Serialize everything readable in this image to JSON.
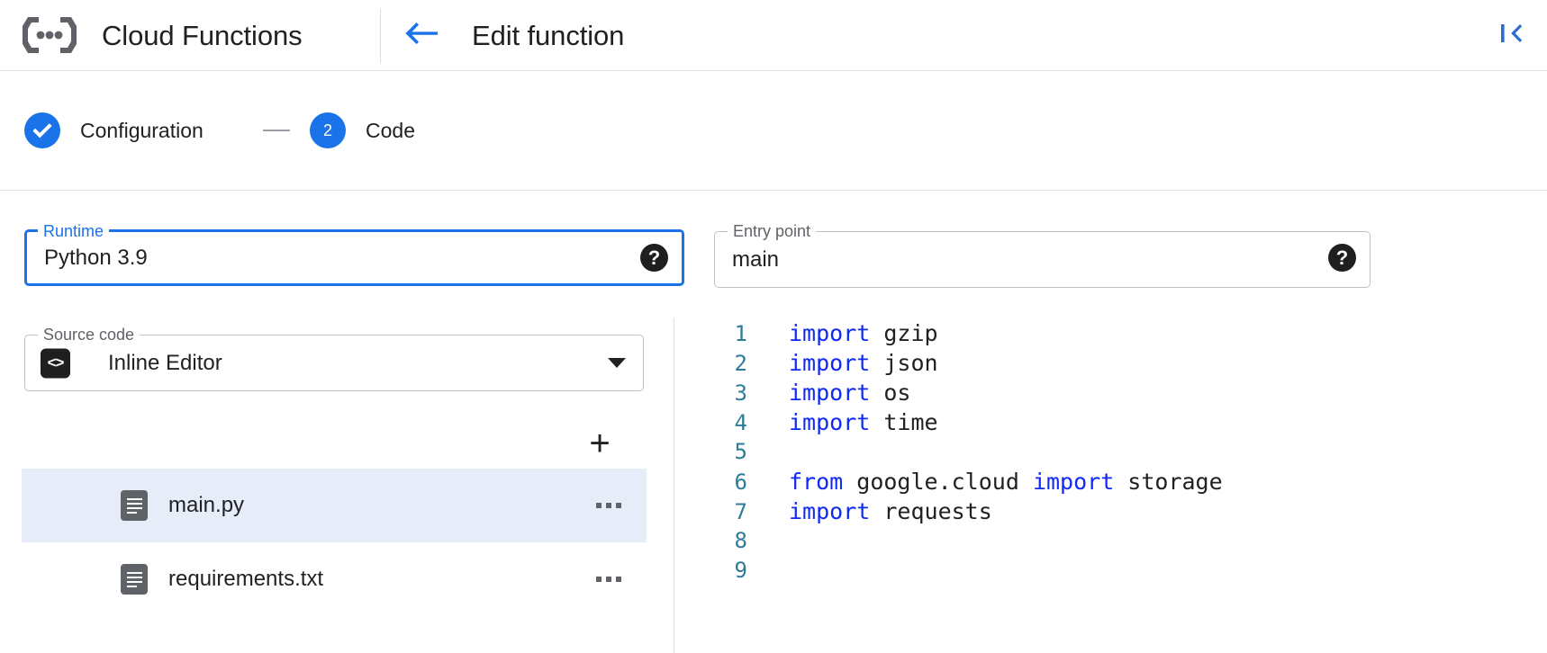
{
  "header": {
    "logo_icon": "cloud-functions-logo",
    "product_title": "Cloud Functions",
    "back_icon": "arrow-left-icon",
    "page_title": "Edit function",
    "collapse_icon": "collapse-panel-icon",
    "accent_color": "#1a73e8"
  },
  "stepper": {
    "steps": [
      {
        "marker": "✓",
        "label": "Configuration",
        "state": "completed"
      },
      {
        "marker": "2",
        "label": "Code",
        "state": "active"
      }
    ],
    "separator": "—"
  },
  "form": {
    "runtime": {
      "label": "Runtime",
      "value": "Python 3.9",
      "focused": true,
      "help_icon": "help-icon",
      "help_glyph": "?",
      "caret_icon": "chevron-down-icon"
    },
    "entry_point": {
      "label": "Entry point",
      "value": "main",
      "placeholder": "main",
      "help_icon": "help-icon",
      "help_glyph": "?"
    },
    "source_code": {
      "label": "Source code",
      "value": "Inline Editor",
      "leading_icon": "code-brackets-icon",
      "leading_glyph": "<>",
      "caret_icon": "chevron-down-icon"
    }
  },
  "files": {
    "add_button_icon": "plus-icon",
    "add_button_glyph": "+",
    "menu_icon": "more-horizontal-icon",
    "items": [
      {
        "name": "main.py",
        "icon": "file-icon",
        "selected": true
      },
      {
        "name": "requirements.txt",
        "icon": "file-icon",
        "selected": false
      }
    ]
  },
  "editor": {
    "language": "python",
    "keyword_color": "#1029f5",
    "line_number_color": "#2d7d9a",
    "lines": [
      {
        "num": "1",
        "tokens": [
          {
            "t": "import",
            "k": true
          },
          {
            "t": " gzip",
            "k": false
          }
        ]
      },
      {
        "num": "2",
        "tokens": [
          {
            "t": "import",
            "k": true
          },
          {
            "t": " json",
            "k": false
          }
        ]
      },
      {
        "num": "3",
        "tokens": [
          {
            "t": "import",
            "k": true
          },
          {
            "t": " os",
            "k": false
          }
        ]
      },
      {
        "num": "4",
        "tokens": [
          {
            "t": "import",
            "k": true
          },
          {
            "t": " time",
            "k": false
          }
        ]
      },
      {
        "num": "5",
        "tokens": []
      },
      {
        "num": "6",
        "tokens": [
          {
            "t": "from",
            "k": true
          },
          {
            "t": " google.cloud ",
            "k": false
          },
          {
            "t": "import",
            "k": true
          },
          {
            "t": " storage",
            "k": false
          }
        ]
      },
      {
        "num": "7",
        "tokens": [
          {
            "t": "import",
            "k": true
          },
          {
            "t": " requests",
            "k": false
          }
        ]
      },
      {
        "num": "8",
        "tokens": []
      },
      {
        "num": "9",
        "tokens": []
      }
    ]
  }
}
